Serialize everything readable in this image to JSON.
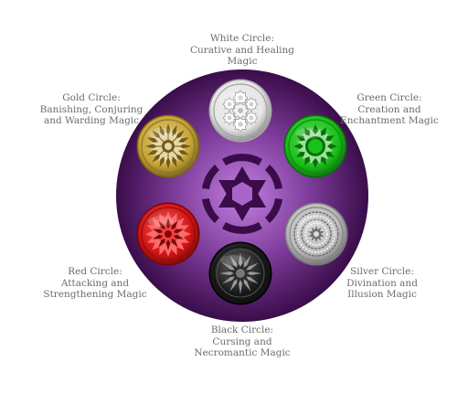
{
  "diagram": {
    "colors": {
      "background_outer": "#3a0d4a",
      "background_mid": "#7b3a98",
      "background_center": "#c27fe0",
      "hexagram": "#3a0d4a",
      "label_text": "#6b6b6b"
    },
    "circles": [
      {
        "id": "white",
        "icon": "gear-cluster-icon",
        "fill": "#e6e6e6",
        "rim": "#a8a8a8",
        "label_lines": [
          "White Circle:",
          "Curative and Healing",
          "Magic"
        ]
      },
      {
        "id": "green",
        "icon": "sun-icon",
        "fill": "#19c219",
        "rim": "#0a6b0a",
        "label_lines": [
          "Green Circle:",
          "Creation and",
          "Enchantment Magic"
        ]
      },
      {
        "id": "silver",
        "icon": "concentric-rings-icon",
        "fill": "#bdbdbd",
        "rim": "#7a7a7a",
        "label_lines": [
          "Silver Circle:",
          "Divination and",
          "Illusion Magic"
        ]
      },
      {
        "id": "black",
        "icon": "spiked-star-icon",
        "fill": "#1a1a1a",
        "rim": "#000000",
        "label_lines": [
          "Black Circle:",
          "Cursing and",
          "Necromantic Magic"
        ]
      },
      {
        "id": "red",
        "icon": "flower-star-icon",
        "fill": "#d41414",
        "rim": "#7a0606",
        "label_lines": [
          "Red Circle:",
          "Attacking and",
          "Strengthening Magic"
        ]
      },
      {
        "id": "gold",
        "icon": "mandala-icon",
        "fill": "#c9a637",
        "rim": "#7a6118",
        "label_lines": [
          "Gold Circle:",
          "Banishing, Conjuring",
          "and Warding Magic"
        ]
      }
    ]
  }
}
